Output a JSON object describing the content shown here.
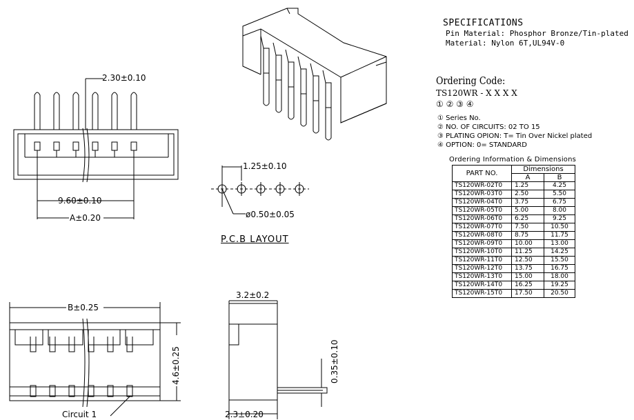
{
  "specifications": {
    "title": "SPECIFICATIONS",
    "pin_material": "Pin Material: Phosphor Bronze/Tin-plated",
    "material": "Material: Nylon 6T,UL94V-0"
  },
  "ordering": {
    "title": "Ordering Code:",
    "code": "TS120WR - X X  X  X",
    "code_numbers": "①        ②  ③  ④",
    "options": [
      "① Series No.",
      "② NO. OF CIRCUITS: 02 TO 15",
      "③ PLATING OPION: T= Tin Over Nickel plated",
      "④ OPTION: 0= STANDARD"
    ]
  },
  "table": {
    "title": "Ordering Information & Dimensions",
    "header_part": "PART NO.",
    "header_dim": "Dimensions",
    "header_a": "A",
    "header_b": "B",
    "rows": [
      [
        "TS120WR-02T0",
        "1.25",
        "4.25"
      ],
      [
        "TS120WR-03T0",
        "2.50",
        "5.50"
      ],
      [
        "TS120WR-04T0",
        "3.75",
        "6.75"
      ],
      [
        "TS120WR-05T0",
        "5.00",
        "8.00"
      ],
      [
        "TS120WR-06T0",
        "6.25",
        "9.25"
      ],
      [
        "TS120WR-07T0",
        "7.50",
        "10.50"
      ],
      [
        "TS120WR-08T0",
        "8.75",
        "11.75"
      ],
      [
        "TS120WR-09T0",
        "10.00",
        "13.00"
      ],
      [
        "TS120WR-10T0",
        "11.25",
        "14.25"
      ],
      [
        "TS120WR-11T0",
        "12.50",
        "15.50"
      ],
      [
        "TS120WR-12T0",
        "13.75",
        "16.75"
      ],
      [
        "TS120WR-13T0",
        "15.00",
        "18.00"
      ],
      [
        "TS120WR-14T0",
        "16.25",
        "19.25"
      ],
      [
        "TS120WR-15T0",
        "17.50",
        "20.50"
      ]
    ]
  },
  "dimensions": {
    "pitch_top": "2.30±0.10",
    "span_960": "9.60±0.10",
    "a_dim": "A±0.20",
    "pcb_pitch": "1.25±0.10",
    "pcb_hole": "ø0.50±0.05",
    "pcb_title": "P.C.B LAYOUT",
    "b_dim": "B±0.25",
    "height": "4.6±0.25",
    "circuit": "Circuit 1",
    "side_width": "3.2±0.2",
    "side_offset": "2.3±0.20",
    "pin_thk": "0.35±0.10"
  }
}
